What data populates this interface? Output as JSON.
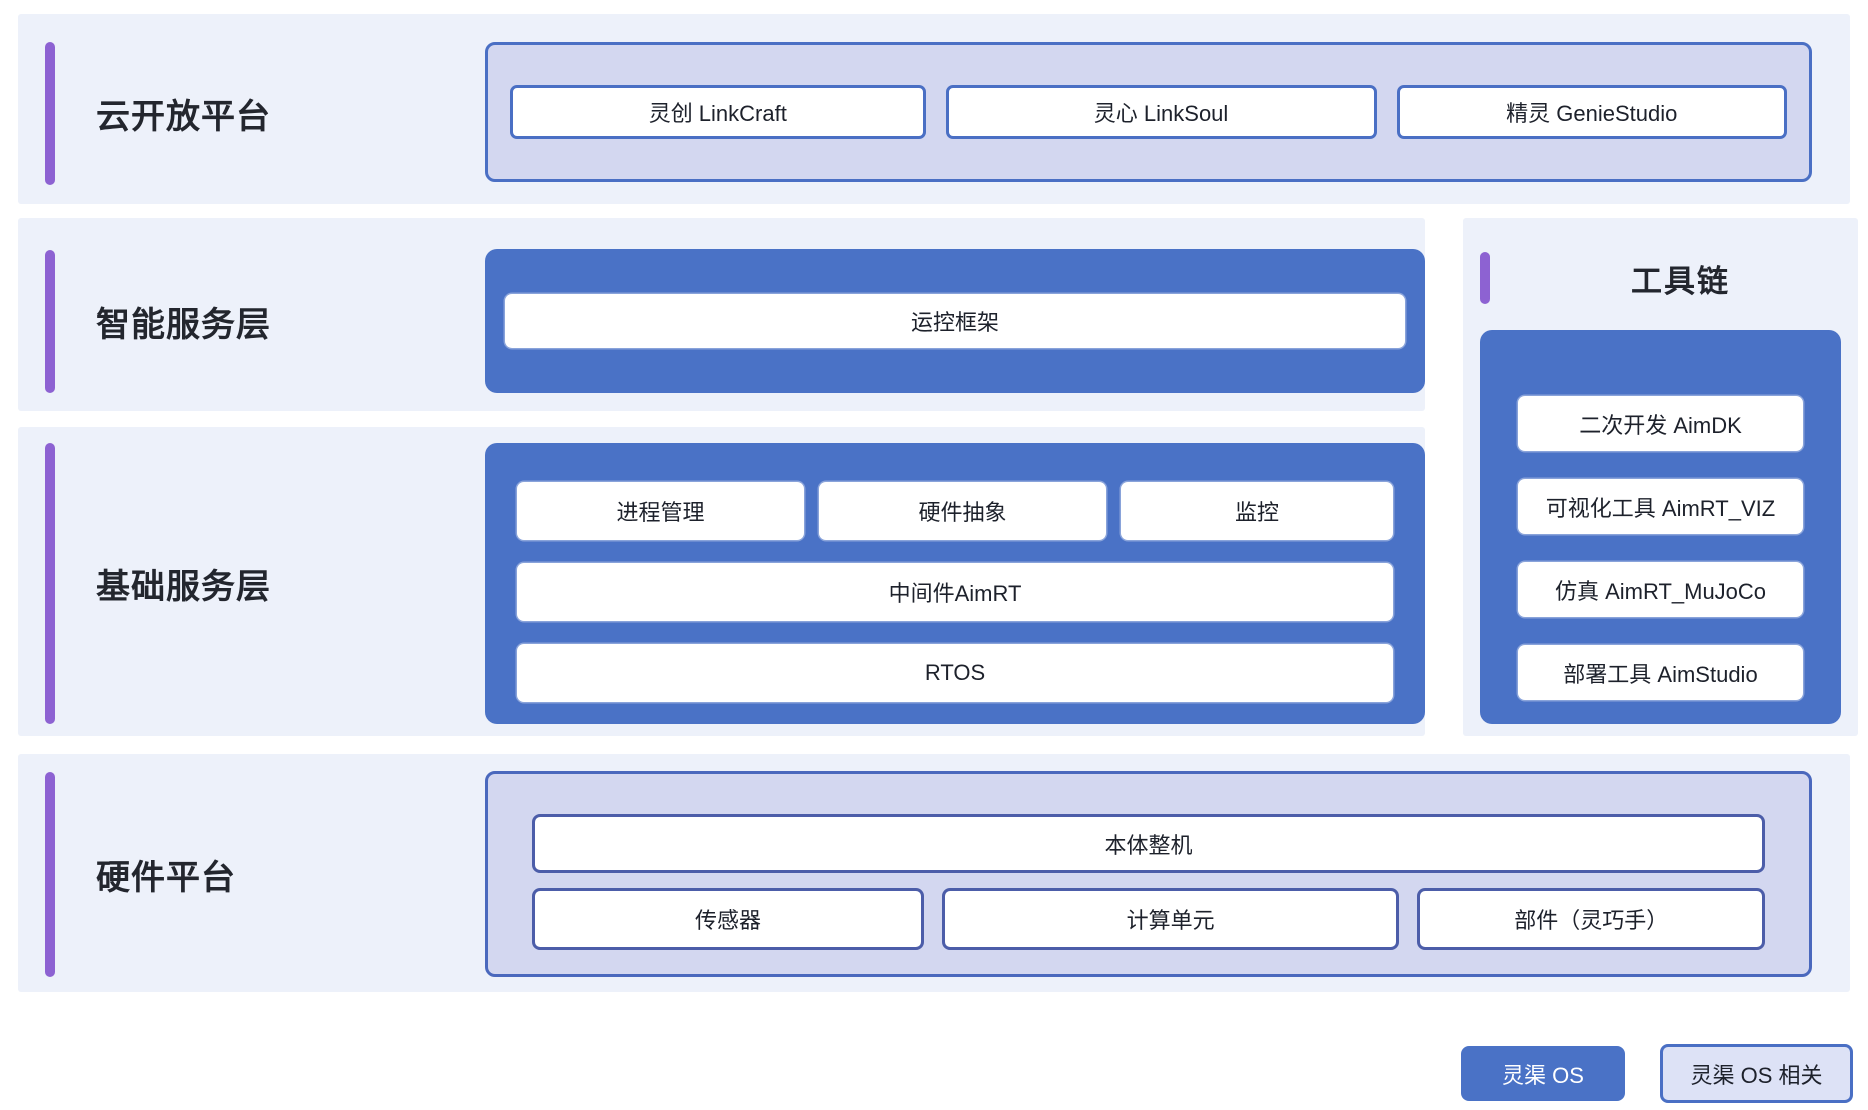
{
  "layers": {
    "cloud": {
      "label": "云开放平台",
      "items": [
        "灵创 LinkCraft",
        "灵心 LinkSoul",
        "精灵 GenieStudio"
      ]
    },
    "intelligent": {
      "label": "智能服务层",
      "items": [
        "运控框架"
      ]
    },
    "foundation": {
      "label": "基础服务层",
      "row1": [
        "进程管理",
        "硬件抽象",
        "监控"
      ],
      "middleware": "中间件AimRT",
      "rtos": "RTOS"
    },
    "hardware": {
      "label": "硬件平台",
      "body": "本体整机",
      "row": [
        "传感器",
        "计算单元",
        "部件（灵巧手）"
      ]
    },
    "toolchain": {
      "label": "工具链",
      "items": [
        "二次开发 AimDK",
        "可视化工具 AimRT_VIZ",
        "仿真 AimRT_MuJoCo",
        "部署工具 AimStudio"
      ]
    }
  },
  "legend": {
    "os_label": "灵渠 OS",
    "related_label": "灵渠 OS 相关"
  },
  "colors": {
    "lingqu_os_blue": "#4a72c6",
    "related_lavender": "#d3d7f0",
    "row_background": "#edf1fa",
    "accent_purple": "#8d62d2",
    "border_blue": "#4a6fc4",
    "text": "#1d212b"
  }
}
